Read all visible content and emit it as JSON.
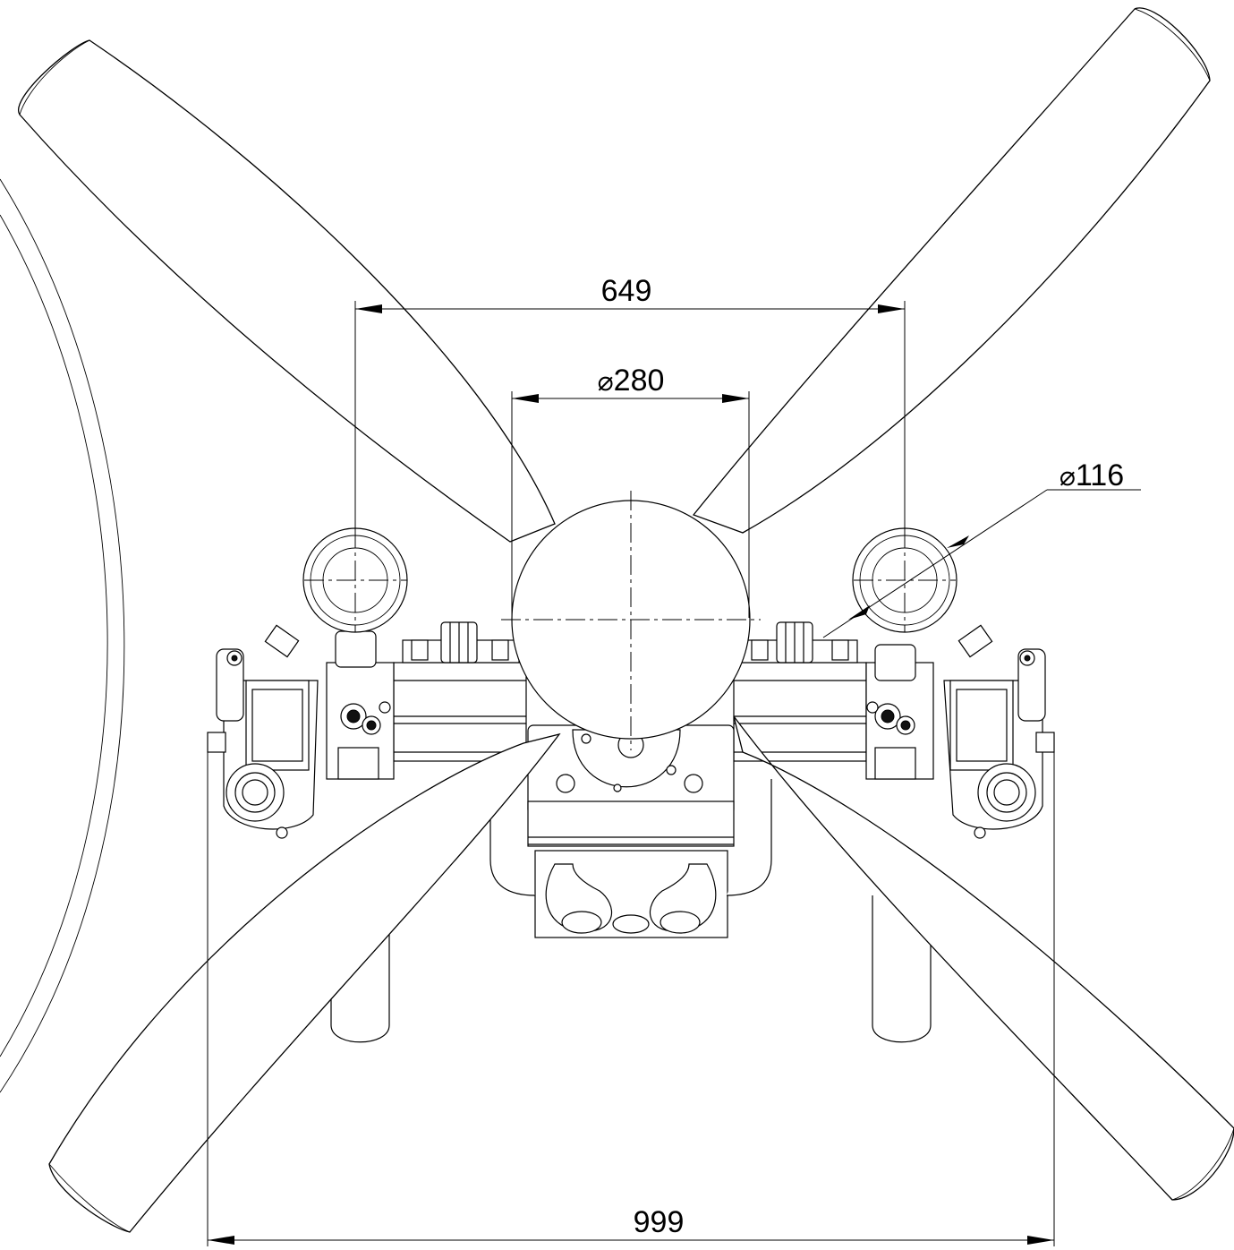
{
  "drawing": {
    "dimensions": {
      "top_span": "649",
      "hub_diameter_symbol": "⌀",
      "hub_diameter_value": "280",
      "exhaust_diameter_symbol": "⌀",
      "exhaust_diameter_value": "116",
      "overall_width": "999"
    }
  }
}
